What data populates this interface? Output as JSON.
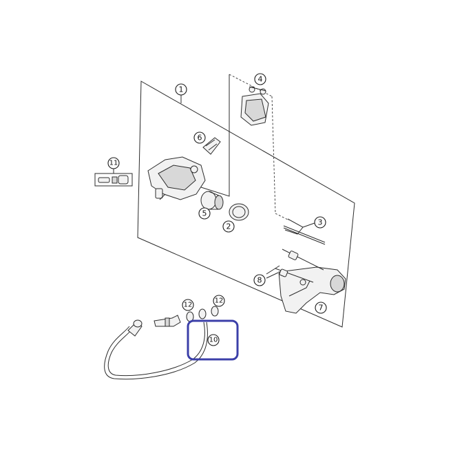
{
  "diagram": {
    "highlight_color": "#3b3fa8",
    "callouts": [
      {
        "id": "callout-1",
        "label": "1"
      },
      {
        "id": "callout-2",
        "label": "2"
      },
      {
        "id": "callout-3",
        "label": "3"
      },
      {
        "id": "callout-4",
        "label": "4"
      },
      {
        "id": "callout-5",
        "label": "5"
      },
      {
        "id": "callout-6",
        "label": "6"
      },
      {
        "id": "callout-7",
        "label": "7"
      },
      {
        "id": "callout-8",
        "label": "8"
      },
      {
        "id": "callout-10",
        "label": "10"
      },
      {
        "id": "callout-11",
        "label": "11"
      },
      {
        "id": "callout-12a",
        "label": "12"
      },
      {
        "id": "callout-12b",
        "label": "12"
      }
    ]
  }
}
